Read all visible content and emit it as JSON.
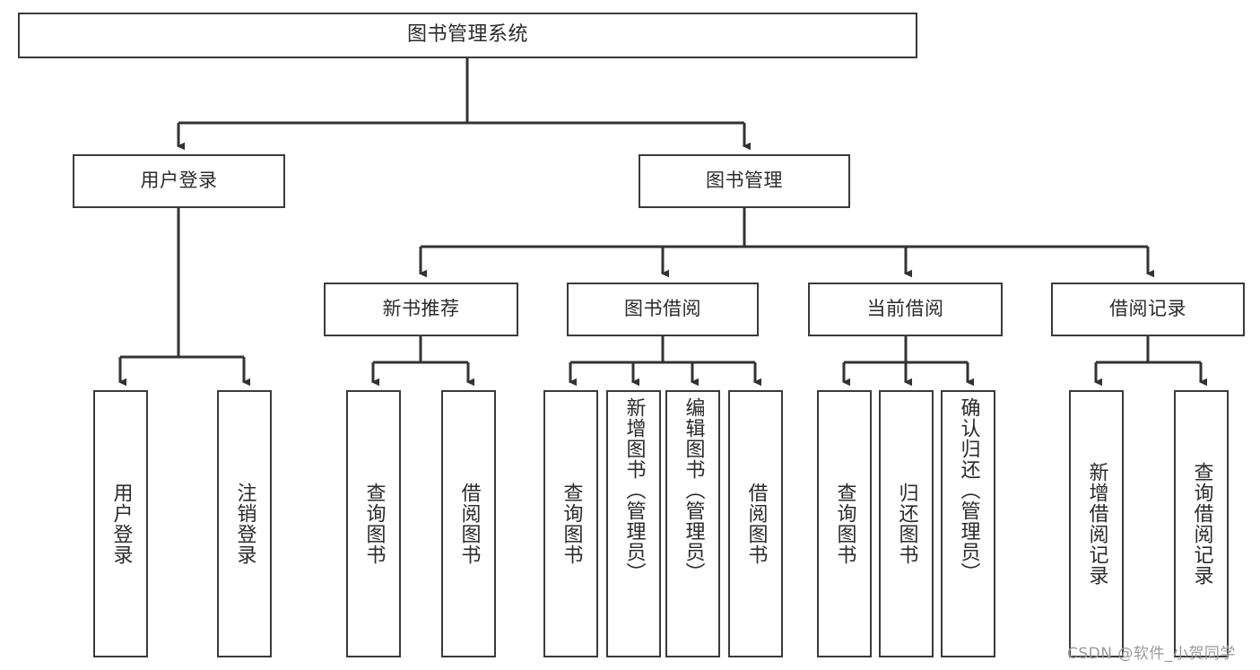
{
  "diagram": {
    "title": "图书管理系统",
    "type": "tree",
    "watermark": "CSDN @软件_小贺同学",
    "colors": {
      "box_border": "#3a3a3a",
      "box_fill": "#ffffff",
      "connector": "#333333",
      "text": "#2b2b2b",
      "watermark": "#9a9a9a"
    },
    "nodes": {
      "root": "图书管理系统",
      "level2": {
        "user_login": "用户登录",
        "book_manage": "图书管理"
      },
      "level3": {
        "new_book_rec": "新书推荐",
        "book_borrow": "图书借阅",
        "current_borrow": "当前借阅",
        "borrow_record": "借阅记录"
      },
      "leaves": {
        "user_login_1": "用户登录",
        "user_login_2": "注销登录",
        "new_book_1": "查询图书",
        "new_book_2": "借阅图书",
        "borrow_1": "查询图书",
        "borrow_2": "新增图书（管理员）",
        "borrow_3": "编辑图书（管理员）",
        "borrow_4": "借阅图书",
        "current_1": "查询图书",
        "current_2": "归还图书",
        "current_3": "确认归还（管理员）",
        "record_1": "新增借阅记录",
        "record_2": "查询借阅记录"
      }
    },
    "tree": {
      "label": "图书管理系统",
      "children": [
        {
          "label": "用户登录",
          "children": [
            {
              "label": "用户登录",
              "children": []
            },
            {
              "label": "注销登录",
              "children": []
            }
          ]
        },
        {
          "label": "图书管理",
          "children": [
            {
              "label": "新书推荐",
              "children": [
                {
                  "label": "查询图书",
                  "children": []
                },
                {
                  "label": "借阅图书",
                  "children": []
                }
              ]
            },
            {
              "label": "图书借阅",
              "children": [
                {
                  "label": "查询图书",
                  "children": []
                },
                {
                  "label": "新增图书（管理员）",
                  "children": []
                },
                {
                  "label": "编辑图书（管理员）",
                  "children": []
                },
                {
                  "label": "借阅图书",
                  "children": []
                }
              ]
            },
            {
              "label": "当前借阅",
              "children": [
                {
                  "label": "查询图书",
                  "children": []
                },
                {
                  "label": "归还图书",
                  "children": []
                },
                {
                  "label": "确认归还（管理员）",
                  "children": []
                }
              ]
            },
            {
              "label": "借阅记录",
              "children": [
                {
                  "label": "新增借阅记录",
                  "children": []
                },
                {
                  "label": "查询借阅记录",
                  "children": []
                }
              ]
            }
          ]
        }
      ]
    }
  }
}
